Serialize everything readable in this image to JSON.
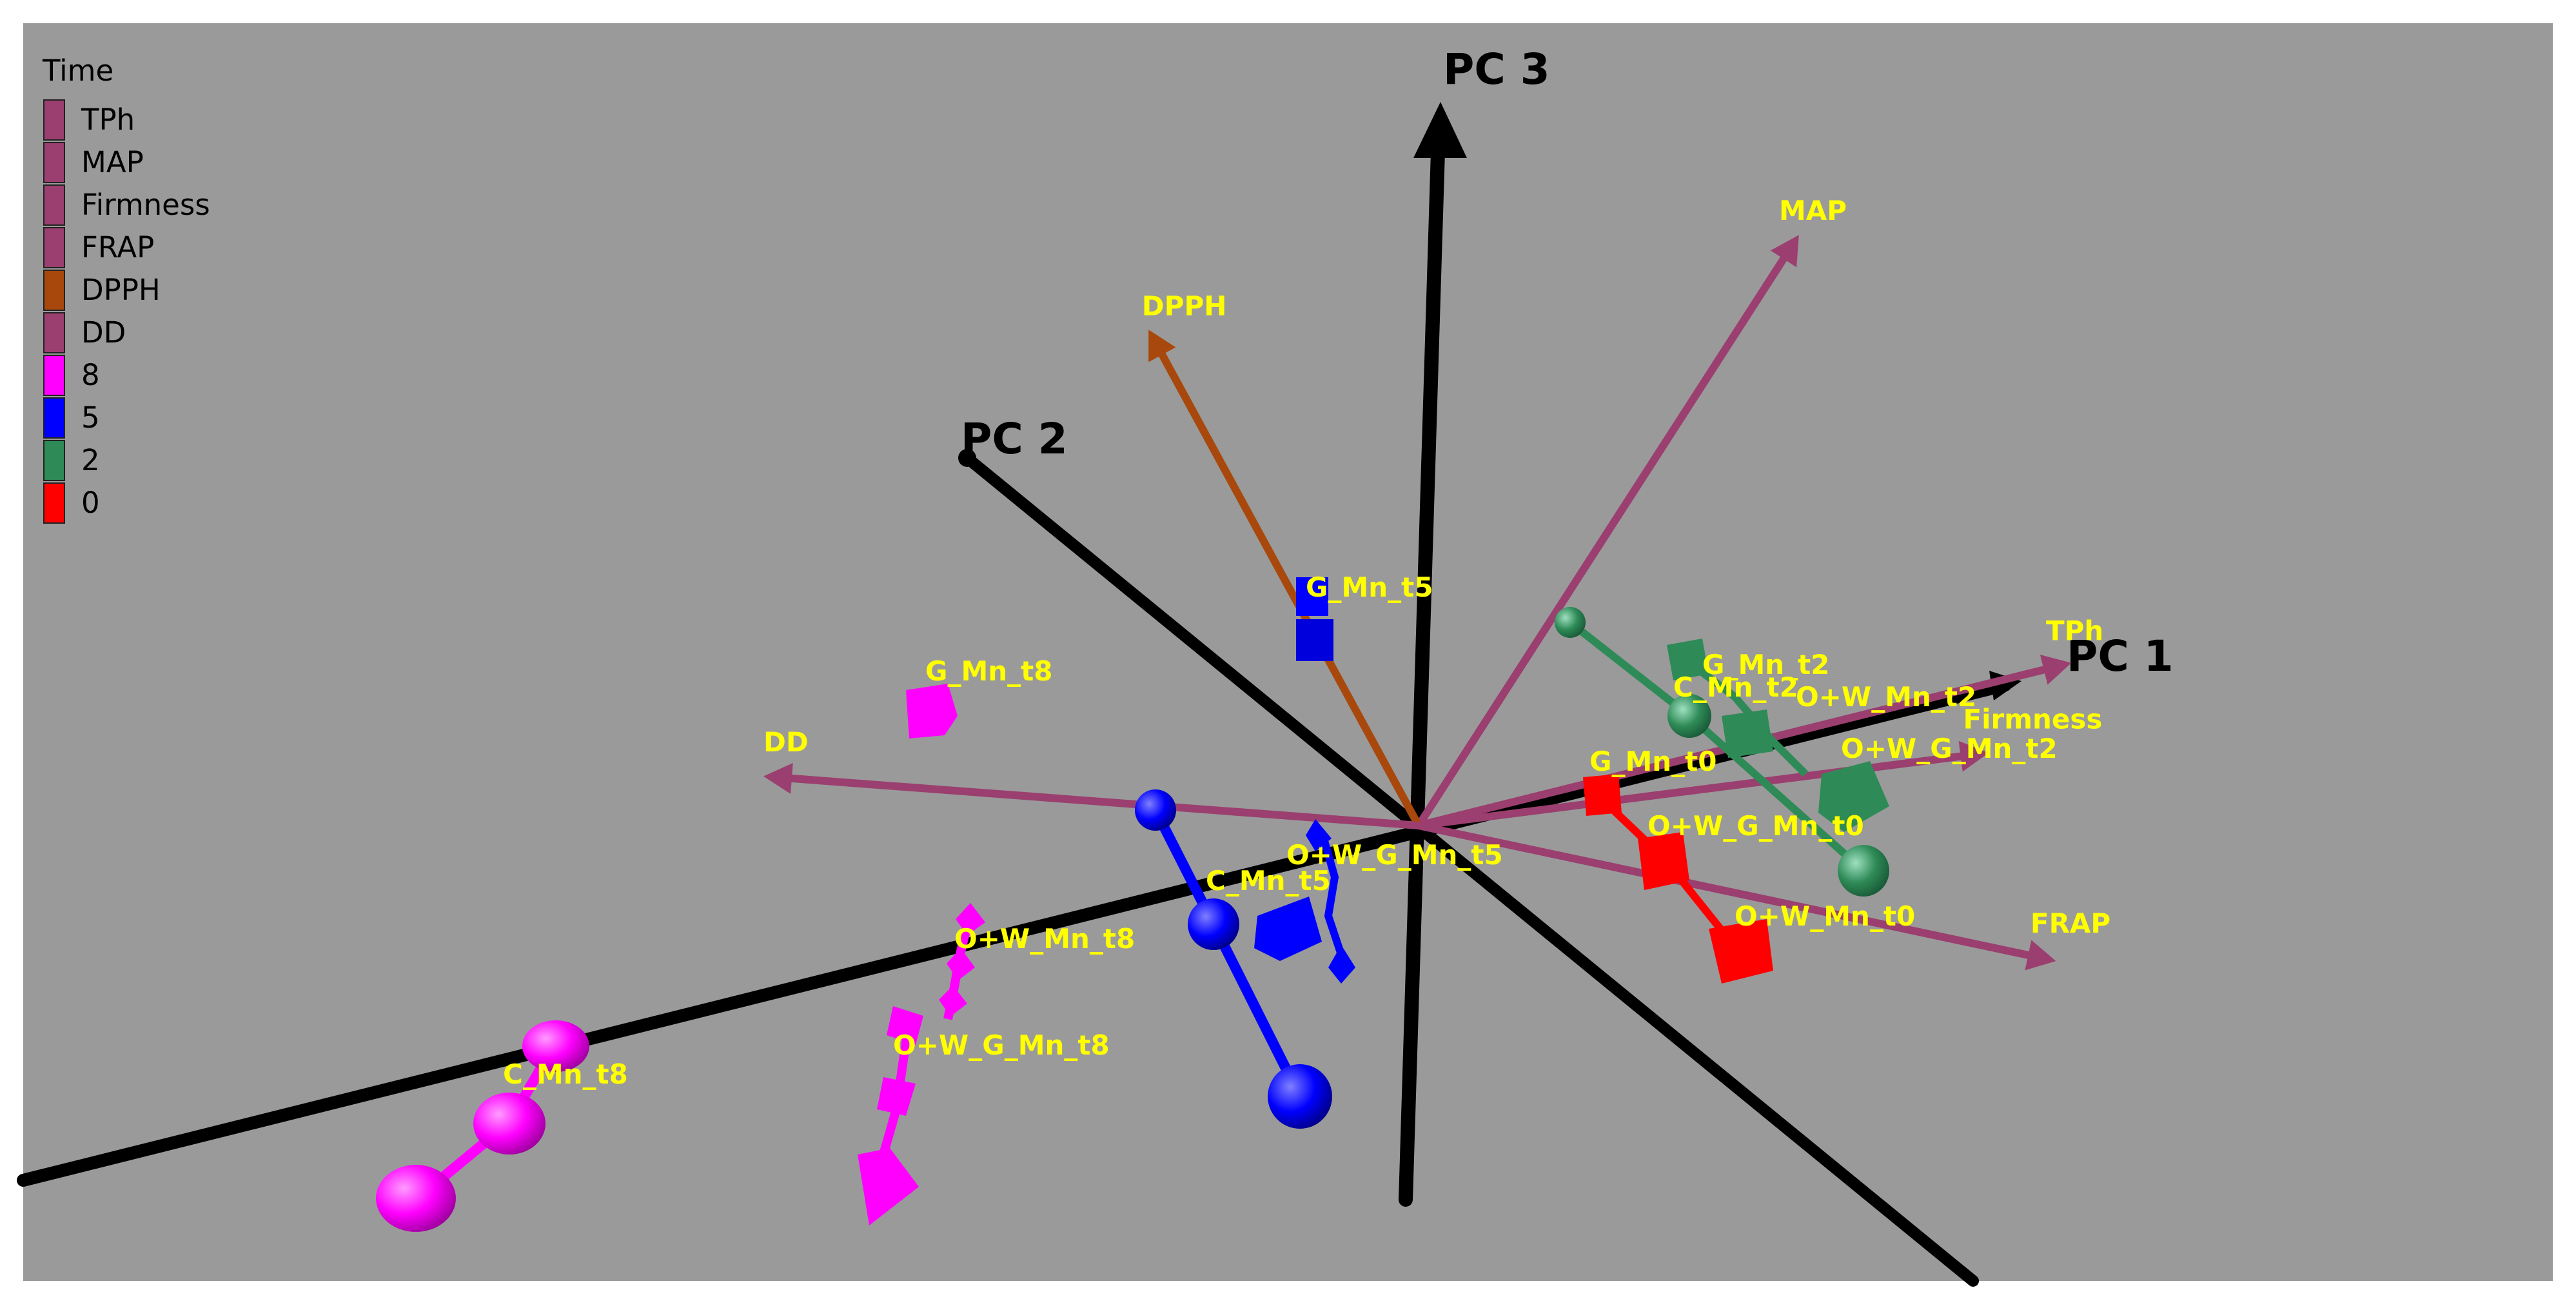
{
  "chart_data": {
    "type": "scatter",
    "projection": "3d-biplot",
    "legend": {
      "title": "Time",
      "placement": "top-left",
      "entries": [
        {
          "label": "TPh",
          "color": "#9a3f6f"
        },
        {
          "label": "MAP",
          "color": "#9a3f6f"
        },
        {
          "label": "Firmness",
          "color": "#9a3f6f"
        },
        {
          "label": "FRAP",
          "color": "#9a3f6f"
        },
        {
          "label": "DPPH",
          "color": "#a8480c"
        },
        {
          "label": "DD",
          "color": "#9a3f6f"
        },
        {
          "label": "8",
          "color": "#ff00ff"
        },
        {
          "label": "5",
          "color": "#0000ff"
        },
        {
          "label": "2",
          "color": "#2e8b57"
        },
        {
          "label": "0",
          "color": "#ff0000"
        }
      ]
    },
    "axes": [
      {
        "label": "PC 1",
        "direction": [
          0.9,
          -0.2,
          0.1
        ]
      },
      {
        "label": "PC 2",
        "direction": [
          -0.55,
          0.45,
          0.1
        ]
      },
      {
        "label": "PC 3",
        "direction": [
          0.02,
          0.1,
          0.95
        ]
      }
    ],
    "loadings": [
      {
        "label": "TPh",
        "x": 0.84,
        "y": -0.05,
        "z": 0.1,
        "color": "#9a3f6f"
      },
      {
        "label": "MAP",
        "x": 0.55,
        "y": 0.1,
        "z": 0.75,
        "color": "#9a3f6f"
      },
      {
        "label": "Firmness",
        "x": 0.7,
        "y": -0.1,
        "z": 0.02,
        "color": "#9a3f6f"
      },
      {
        "label": "FRAP",
        "x": 0.68,
        "y": -0.3,
        "z": -0.18,
        "color": "#9a3f6f"
      },
      {
        "label": "DPPH",
        "x": -0.05,
        "y": 0.55,
        "z": 0.45,
        "color": "#a8480c"
      },
      {
        "label": "DD",
        "x": -0.82,
        "y": 0.1,
        "z": 0.2,
        "color": "#9a3f6f"
      }
    ],
    "samples": [
      {
        "label": "G_Mn_t8",
        "time": "8",
        "color": "#ff00ff"
      },
      {
        "label": "C_Mn_t8",
        "time": "8",
        "color": "#ff00ff"
      },
      {
        "label": "O+W_Mn_t8",
        "time": "8",
        "color": "#ff00ff"
      },
      {
        "label": "O+W_G_Mn_t8",
        "time": "8",
        "color": "#ff00ff"
      },
      {
        "label": "G_Mn_t5",
        "time": "5",
        "color": "#0000ff"
      },
      {
        "label": "C_Mn_t5",
        "time": "5",
        "color": "#0000ff"
      },
      {
        "label": "O+W_G_Mn_t5",
        "time": "5",
        "color": "#0000ff"
      },
      {
        "label": "G_Mn_t2",
        "time": "2",
        "color": "#2e8b57"
      },
      {
        "label": "C_Mn_t2",
        "time": "2",
        "color": "#2e8b57"
      },
      {
        "label": "O+W_Mn_t2",
        "time": "2",
        "color": "#2e8b57"
      },
      {
        "label": "O+W_G_Mn_t2",
        "time": "2",
        "color": "#2e8b57"
      },
      {
        "label": "G_Mn_t0",
        "time": "0",
        "color": "#ff0000"
      },
      {
        "label": "O+W_G_Mn_t0",
        "time": "0",
        "color": "#ff0000"
      },
      {
        "label": "O+W_Mn_t0",
        "time": "0",
        "color": "#ff0000"
      }
    ],
    "background_color": "#9a9a9a"
  }
}
